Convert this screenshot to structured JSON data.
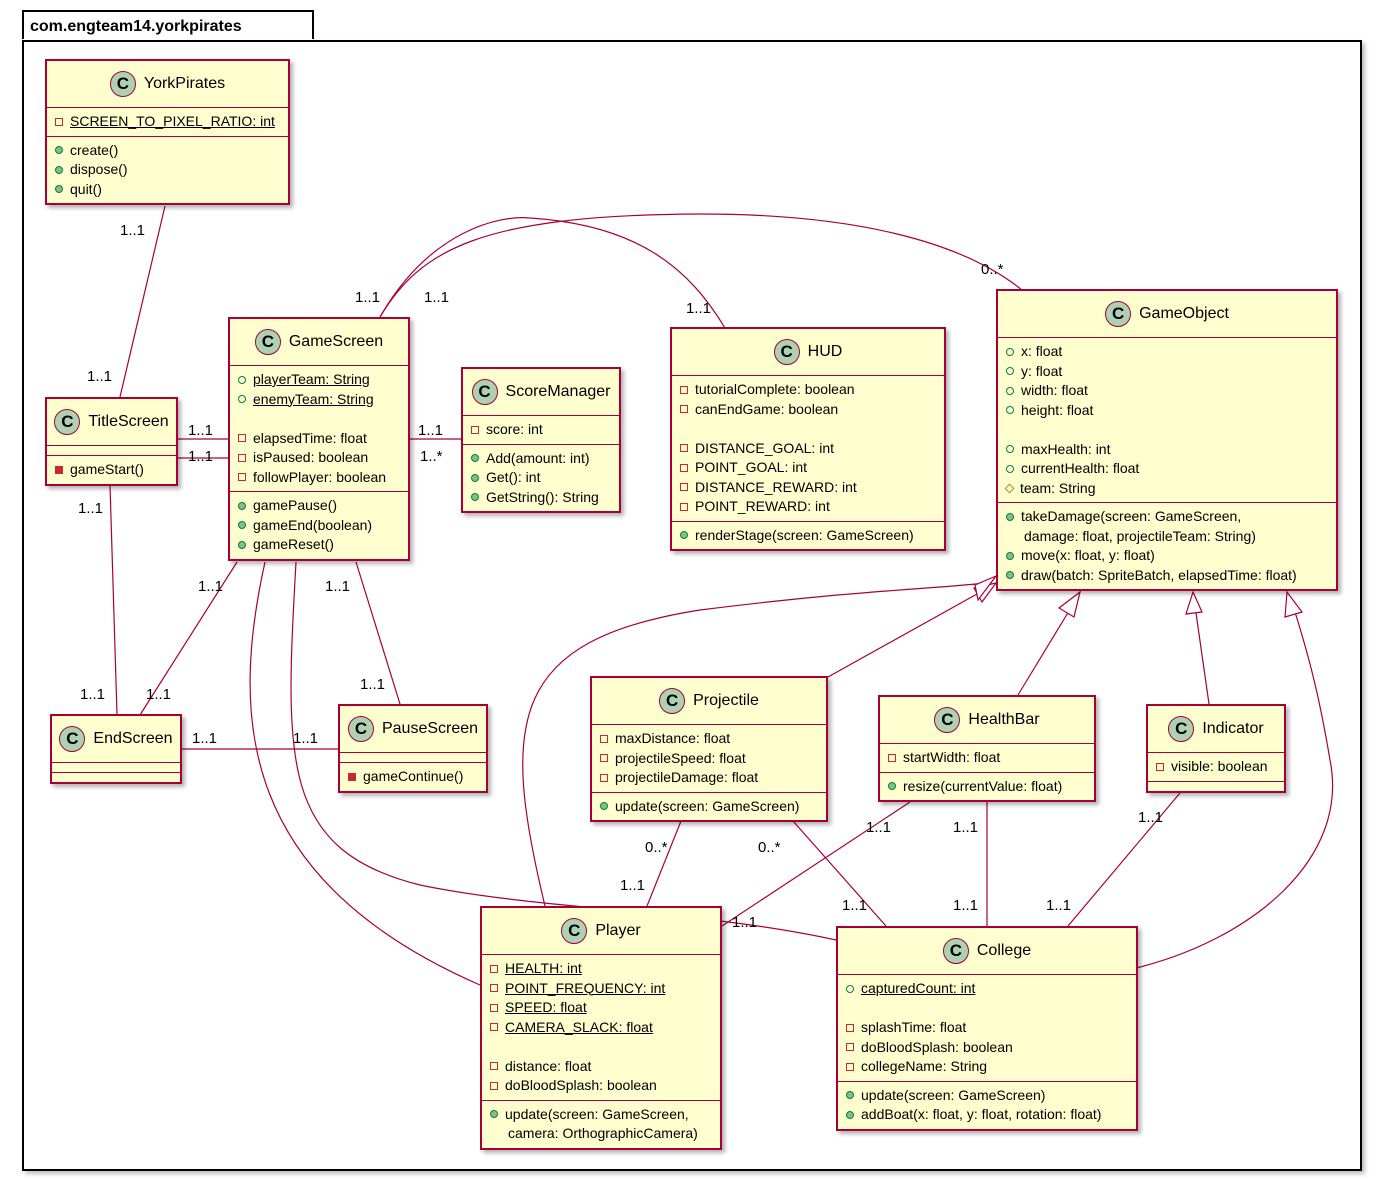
{
  "package": {
    "name": "com.engteam14.yorkpirates"
  },
  "classes": {
    "yorkpirates": {
      "name": "YorkPirates",
      "attributes": [
        {
          "vis": "private",
          "text": "SCREEN_TO_PIXEL_RATIO: int",
          "static": true
        }
      ],
      "methods": [
        {
          "vis": "public",
          "text": "create()"
        },
        {
          "vis": "public",
          "text": "dispose()"
        },
        {
          "vis": "public",
          "text": "quit()"
        }
      ]
    },
    "gamescreen": {
      "name": "GameScreen",
      "attributes": [
        {
          "vis": "public",
          "text": "playerTeam: String",
          "static": true
        },
        {
          "vis": "public",
          "text": "enemyTeam: String",
          "static": true
        },
        {
          "gap": true
        },
        {
          "vis": "private",
          "text": "elapsedTime: float"
        },
        {
          "vis": "private",
          "text": "isPaused: boolean"
        },
        {
          "vis": "private",
          "text": "followPlayer: boolean"
        }
      ],
      "methods": [
        {
          "vis": "public",
          "text": "gamePause()"
        },
        {
          "vis": "public",
          "text": "gameEnd(boolean)"
        },
        {
          "vis": "public",
          "text": "gameReset()"
        }
      ]
    },
    "scoremanager": {
      "name": "ScoreManager",
      "attributes": [
        {
          "vis": "private",
          "text": "score: int"
        }
      ],
      "methods": [
        {
          "vis": "public",
          "text": "Add(amount: int)"
        },
        {
          "vis": "public",
          "text": "Get(): int"
        },
        {
          "vis": "public",
          "text": "GetString(): String"
        }
      ]
    },
    "hud": {
      "name": "HUD",
      "attributes": [
        {
          "vis": "private",
          "text": "tutorialComplete: boolean"
        },
        {
          "vis": "private",
          "text": "canEndGame: boolean"
        },
        {
          "gap": true
        },
        {
          "vis": "private",
          "text": "DISTANCE_GOAL: int"
        },
        {
          "vis": "private",
          "text": "POINT_GOAL: int"
        },
        {
          "vis": "private",
          "text": "DISTANCE_REWARD: int"
        },
        {
          "vis": "private",
          "text": "POINT_REWARD: int"
        }
      ],
      "methods": [
        {
          "vis": "public",
          "text": "renderStage(screen: GameScreen)"
        }
      ]
    },
    "gameobject": {
      "name": "GameObject",
      "attributes": [
        {
          "vis": "public",
          "text": "x: float"
        },
        {
          "vis": "public",
          "text": "y: float"
        },
        {
          "vis": "public",
          "text": "width: float"
        },
        {
          "vis": "public",
          "text": "height: float"
        },
        {
          "gap": true
        },
        {
          "vis": "public",
          "text": "maxHealth: int"
        },
        {
          "vis": "public",
          "text": "currentHealth: float"
        },
        {
          "vis": "protected",
          "text": "team: String"
        }
      ],
      "methods": [
        {
          "vis": "public",
          "text": "takeDamage(screen: GameScreen,"
        },
        {
          "cont": true,
          "text": "damage: float, projectileTeam: String)"
        },
        {
          "vis": "public",
          "text": "move(x: float, y: float)"
        },
        {
          "vis": "public",
          "text": "draw(batch: SpriteBatch, elapsedTime: float)"
        }
      ]
    },
    "titlescreen": {
      "name": "TitleScreen",
      "attributes": [],
      "methods": [
        {
          "vis": "private",
          "text": "gameStart()"
        }
      ]
    },
    "endscreen": {
      "name": "EndScreen",
      "attributes": [],
      "methods": []
    },
    "pausescreen": {
      "name": "PauseScreen",
      "attributes": [],
      "methods": [
        {
          "vis": "private",
          "text": "gameContinue()"
        }
      ]
    },
    "projectile": {
      "name": "Projectile",
      "attributes": [
        {
          "vis": "private",
          "text": "maxDistance: float"
        },
        {
          "vis": "private",
          "text": "projectileSpeed: float"
        },
        {
          "vis": "private",
          "text": "projectileDamage: float"
        }
      ],
      "methods": [
        {
          "vis": "public",
          "text": "update(screen: GameScreen)"
        }
      ]
    },
    "healthbar": {
      "name": "HealthBar",
      "attributes": [
        {
          "vis": "private",
          "text": "startWidth: float"
        }
      ],
      "methods": [
        {
          "vis": "public",
          "text": "resize(currentValue: float)"
        }
      ]
    },
    "indicator": {
      "name": "Indicator",
      "attributes": [
        {
          "vis": "private",
          "text": "visible: boolean"
        }
      ],
      "methods": []
    },
    "player": {
      "name": "Player",
      "attributes": [
        {
          "vis": "private",
          "text": "HEALTH: int",
          "static": true
        },
        {
          "vis": "private",
          "text": "POINT_FREQUENCY: int",
          "static": true
        },
        {
          "vis": "private",
          "text": "SPEED: float",
          "static": true
        },
        {
          "vis": "private",
          "text": "CAMERA_SLACK: float",
          "static": true
        },
        {
          "gap": true
        },
        {
          "vis": "private",
          "text": "distance: float"
        },
        {
          "vis": "private",
          "text": "doBloodSplash: boolean"
        }
      ],
      "methods": [
        {
          "vis": "public",
          "text": "update(screen: GameScreen,"
        },
        {
          "cont": true,
          "text": "camera: OrthographicCamera)"
        }
      ]
    },
    "college": {
      "name": "College",
      "attributes": [
        {
          "vis": "public",
          "text": "capturedCount: int",
          "static": true
        },
        {
          "gap": true
        },
        {
          "vis": "private",
          "text": "splashTime: float"
        },
        {
          "vis": "private",
          "text": "doBloodSplash: boolean"
        },
        {
          "vis": "private",
          "text": "collegeName: String"
        }
      ],
      "methods": [
        {
          "vis": "public",
          "text": "update(screen: GameScreen)"
        },
        {
          "vis": "public",
          "text": "addBoat(x: float, y: float, rotation: float)"
        }
      ]
    }
  },
  "multiplicities": {
    "yp_ts_a": "1..1",
    "yp_ts_b": "1..1",
    "ts_gs_a": "1..1",
    "ts_gs_b": "1..1",
    "ts_es_a": "1..1",
    "ts_es_b": "1..1",
    "gs_sm_a": "1..1",
    "gs_sm_b": "1..*",
    "gs_hud_a": "1..1",
    "gs_hud_b": "1..1",
    "gs_go_a": "1..1",
    "gs_go_b": "0..*",
    "gs_es_a": "1..1",
    "gs_es_b": "1..1",
    "gs_ps_a": "1..1",
    "gs_ps_b": "1..1",
    "es_ps_a": "1..1",
    "es_ps_b": "1..1",
    "pr_pl_a": "0..*",
    "pr_pl_b": "1..1",
    "pr_co_a": "0..*",
    "pr_co_b": "1..1",
    "hb_pl_a": "1..1",
    "hb_pl_b": "1..1",
    "hb_co_a": "1..1",
    "hb_co_b": "1..1",
    "in_co_a": "1..1",
    "in_co_b": "1..1"
  }
}
